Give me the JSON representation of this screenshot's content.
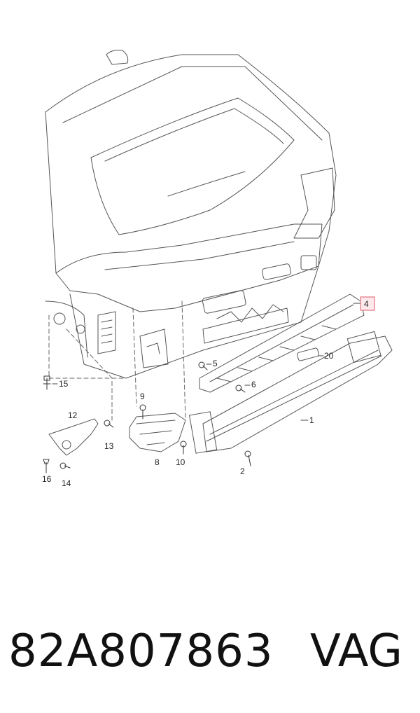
{
  "diagram": {
    "callouts": {
      "c1": "1",
      "c2": "2",
      "c4": "4",
      "c5": "5",
      "c6": "6",
      "c8": "8",
      "c9": "9",
      "c10": "10",
      "c12": "12",
      "c13": "13",
      "c14": "14",
      "c15": "15",
      "c16": "16",
      "c20": "20"
    },
    "highlight_color": "#e05a6a"
  },
  "footer": {
    "part_number": "82A807863",
    "brand": "VAG"
  }
}
